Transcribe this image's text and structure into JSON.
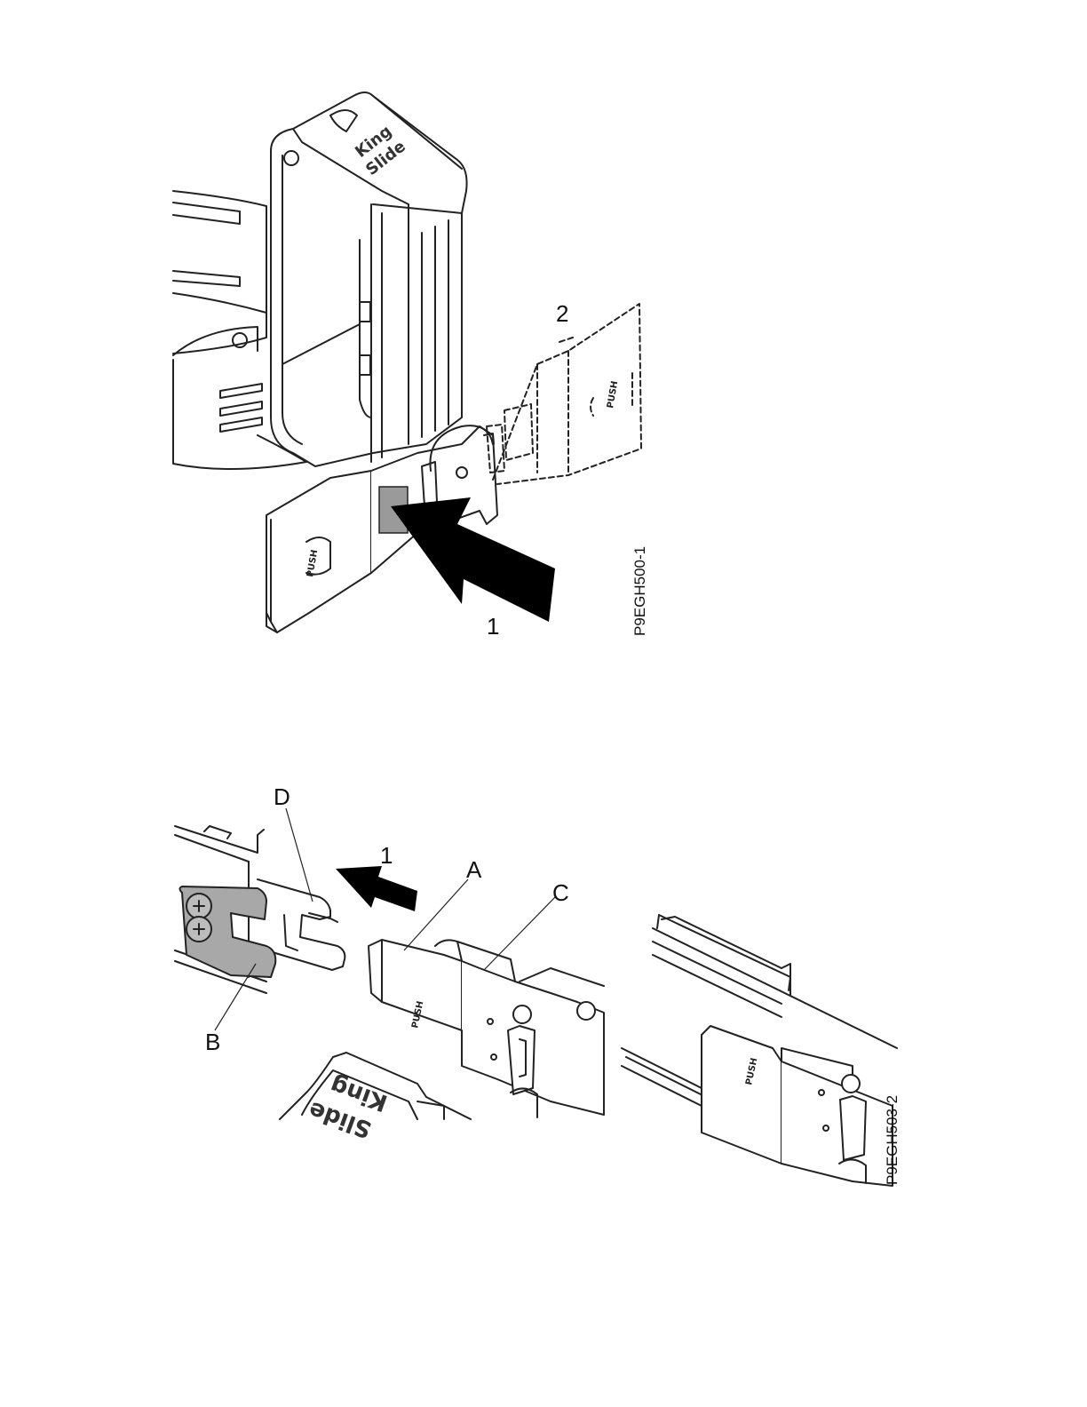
{
  "figure1": {
    "figure_id": "P9EGH500-1",
    "callouts": {
      "one": "1",
      "two": "2"
    },
    "brand_line1": "King",
    "brand_line2": "Slide",
    "push_label": "PUSH",
    "colors": {
      "line": "#222222",
      "highlight": "#9a9a9a",
      "arrow": "#000000"
    }
  },
  "figure2": {
    "figure_id": "P9EGH503-2",
    "callouts": {
      "a": "A",
      "b": "B",
      "c": "C",
      "d": "D",
      "one": "1"
    },
    "brand_line1": "King",
    "brand_line2": "Slide",
    "push_label": "PUSH",
    "colors": {
      "line": "#222222",
      "bracket_fill": "#a8a8a8",
      "arrow": "#000000"
    }
  }
}
